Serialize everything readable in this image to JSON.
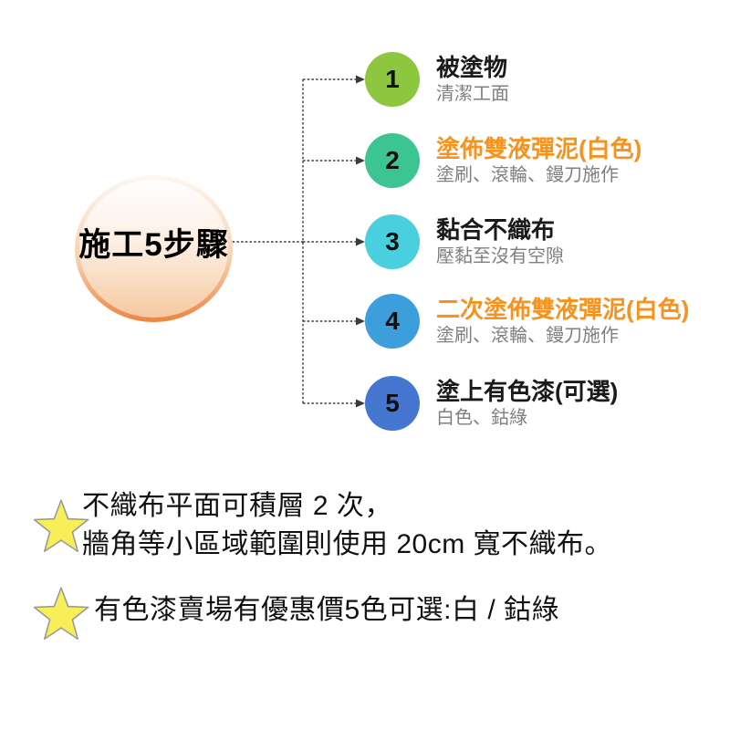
{
  "hub": {
    "label": "施工5步驟"
  },
  "steps": [
    {
      "number": "1",
      "title": "被塗物",
      "subtitle": "清潔工面",
      "circle_color": "#8dc63f",
      "title_color": "#1a1a1a"
    },
    {
      "number": "2",
      "title": "塗佈雙液彈泥(白色)",
      "subtitle": "塗刷、滾輪、鏝刀施作",
      "circle_color": "#3cc493",
      "title_color": "#f6921e"
    },
    {
      "number": "3",
      "title": "黏合不織布",
      "subtitle": "壓黏至沒有空隙",
      "circle_color": "#4acfdf",
      "title_color": "#1a1a1a"
    },
    {
      "number": "4",
      "title": "二次塗佈雙液彈泥(白色)",
      "subtitle": "塗刷、滾輪、鏝刀施作",
      "circle_color": "#3c9edb",
      "title_color": "#f6921e"
    },
    {
      "number": "5",
      "title": "塗上有色漆(可選)",
      "subtitle": "白色、鈷綠",
      "circle_color": "#4577d0",
      "title_color": "#1a1a1a"
    }
  ],
  "notes": [
    {
      "lines": [
        "不織布平面可積層 2 次，",
        "牆角等小區域範圍則使用 20cm 寬不織布。"
      ]
    },
    {
      "lines": [
        "有色漆賣場有優惠價5色可選:白 / 鈷綠"
      ]
    }
  ],
  "colors": {
    "connector": "#3a3a3a",
    "star_fill": "#f7ee58",
    "star_stroke": "#999999",
    "subtitle_gray": "#7f7f7f",
    "note_text": "#111111",
    "hub_gradient_top": "#fdf7f1",
    "hub_gradient_bottom": "#ed8440"
  }
}
